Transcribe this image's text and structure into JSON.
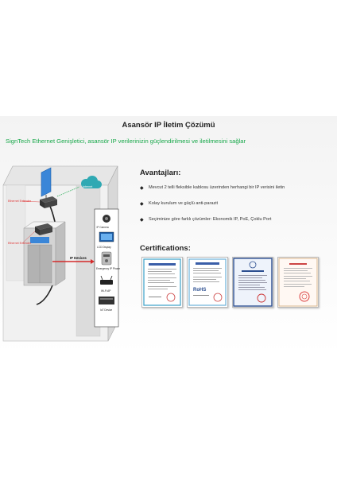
{
  "header": {
    "title": "Asansör IP İletim Çözümü",
    "subtitle": "SignTech Ethernet Genişletici, asansör IP verilerinizin güçlendirilmesi ve iletilmesini sağlar"
  },
  "diagram": {
    "internet_label": "Internet",
    "extender_top_label": "Ethernet Extender",
    "extender_bottom_label": "Ethernet Extender",
    "ip_devices_label": "IP Devices",
    "devices": [
      "IP Camera",
      "LCD Display",
      "Emergency IP Phone",
      "Wi-Fi AP",
      "IoT Device"
    ]
  },
  "advantages": {
    "title": "Avantajları:",
    "items": [
      "Mevcut 2 telli fleksible kablosu üzerinden herhangi bir IP verisini iletin",
      "Kolay kurulum ve güçlü anti-parazit",
      "Seçiminize göre farklı çözümler: Ekonomik IP, PoE, Çoklu Port"
    ]
  },
  "certifications": {
    "title": "Certifications:",
    "rohs_mark": "RoHS"
  },
  "colors": {
    "subtitle_green": "#18a84a",
    "arrow_red": "#d42a2a",
    "label_red": "#e03030",
    "panel_blue": "#3a86d8",
    "cloud_teal": "#2fa9b3"
  }
}
